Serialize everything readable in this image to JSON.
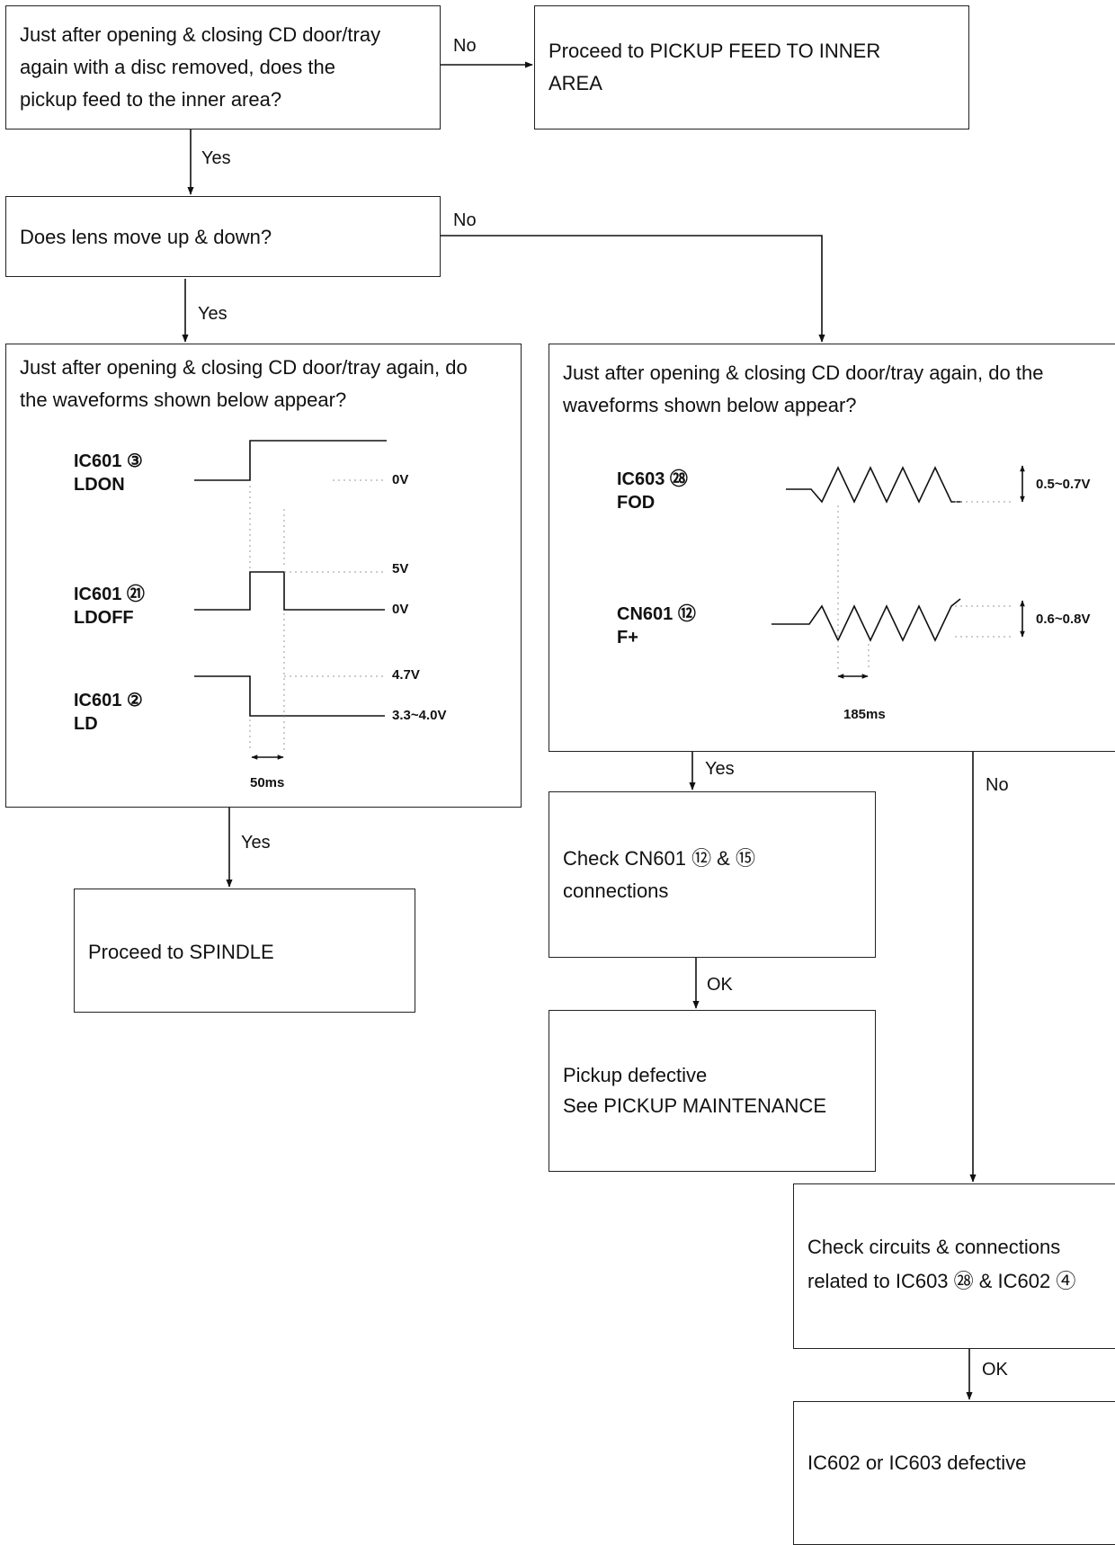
{
  "boxes": {
    "q1": [
      "Just after opening & closing CD door/tray",
      "again with a disc removed, does the",
      "pickup feed to the inner area?"
    ],
    "r1": [
      "Proceed to PICKUP FEED TO INNER",
      "AREA"
    ],
    "q2": "Does lens move up & down?",
    "q3": [
      "Just after opening & closing CD door/tray again, do",
      "the waveforms shown below appear?"
    ],
    "q4": [
      "Just after opening & closing CD door/tray again, do the",
      "waveforms shown below appear?"
    ],
    "r2": "Proceed to SPINDLE",
    "r3": [
      "Check CN601 ⑫ & ⑮",
      "connections"
    ],
    "r4": [
      "Pickup defective",
      "See PICKUP MAINTENANCE"
    ],
    "r5": [
      "Check circuits & connections",
      "related to IC603 ㉘ & IC602 ④"
    ],
    "r6": "IC602 or IC603 defective"
  },
  "arrows": {
    "q1_no": "No",
    "q1_yes": "Yes",
    "q2_no": "No",
    "q2_yes": "Yes",
    "q3_yes": "Yes",
    "q4_yes": "Yes",
    "q4_no": "No",
    "r3_ok": "OK",
    "r5_ok": "OK"
  },
  "waveforms_left": {
    "sig1": [
      "IC601 ③",
      "LDON"
    ],
    "sig1_level": "0V",
    "sig2": [
      "IC601 ㉑",
      "LDOFF"
    ],
    "sig2_high": "5V",
    "sig2_low": "0V",
    "sig3": [
      "IC601 ②",
      "LD"
    ],
    "sig3_high": "4.7V",
    "sig3_low": "3.3~4.0V",
    "time": "50ms"
  },
  "waveforms_right": {
    "sig1": [
      "IC603 ㉘",
      "FOD"
    ],
    "sig1_amp": "0.5~0.7V",
    "sig2": [
      "CN601 ⑫",
      "F+"
    ],
    "sig2_amp": "0.6~0.8V",
    "time": "185ms"
  }
}
